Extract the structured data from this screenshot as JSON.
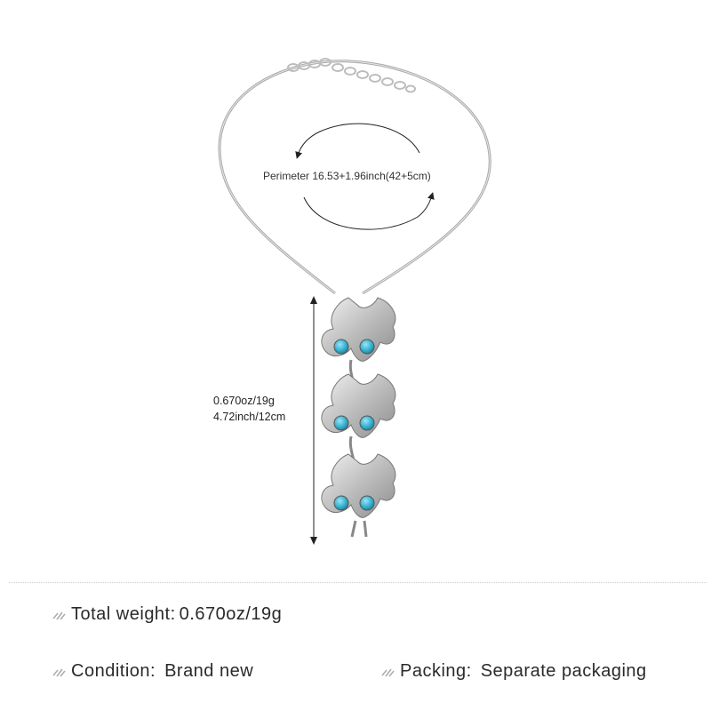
{
  "product": {
    "perimeter_label": "Perimeter 16.53+1.96inch(42+5cm)",
    "pendant_weight": "0.670oz/19g",
    "pendant_length": "4.72inch/12cm"
  },
  "specs": {
    "total_weight_label": "Total weight:",
    "total_weight_value": "0.670oz/19g",
    "condition_label": "Condition:",
    "condition_value": "Brand new",
    "packing_label": "Packing:",
    "packing_value": "Separate packaging"
  },
  "colors": {
    "chain": "#a9a9a9",
    "metal": "#c8c8c8",
    "stone": "#3bb6d6",
    "text": "#2a2a2a"
  },
  "icons": {
    "spec_marker": "slash-marker-icon"
  }
}
